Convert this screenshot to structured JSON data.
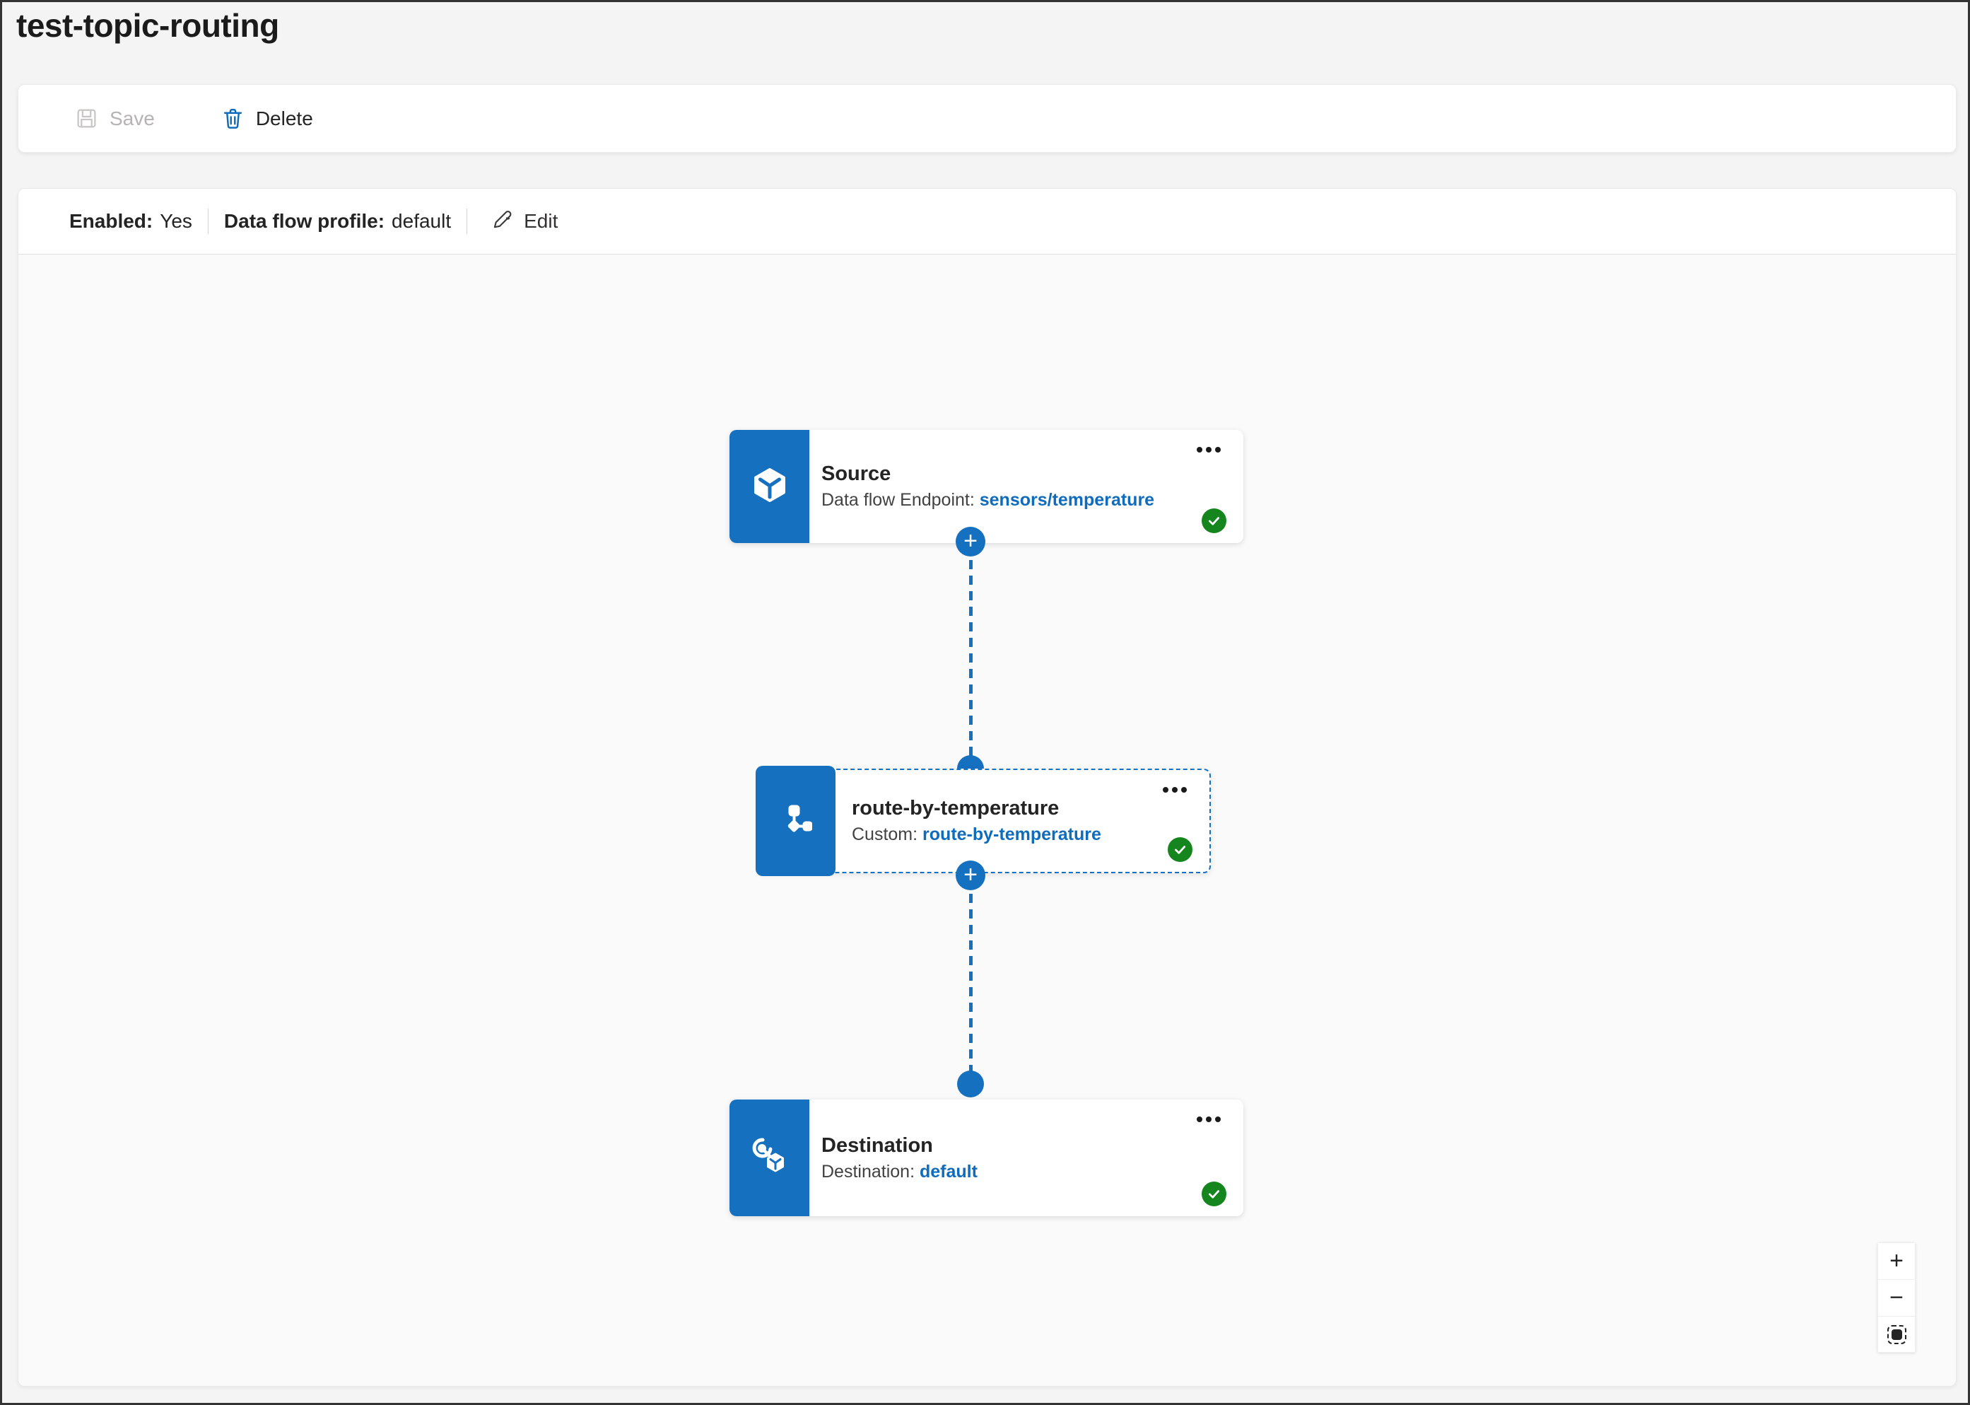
{
  "page": {
    "title": "test-topic-routing"
  },
  "toolbar": {
    "save_label": "Save",
    "delete_label": "Delete"
  },
  "status_bar": {
    "enabled_label": "Enabled:",
    "enabled_value": "Yes",
    "profile_label": "Data flow profile:",
    "profile_value": "default",
    "edit_label": "Edit"
  },
  "nodes": {
    "source": {
      "title": "Source",
      "field_label": "Data flow Endpoint:",
      "field_value": "sensors/temperature"
    },
    "transform": {
      "title": "route-by-temperature",
      "field_label": "Custom:",
      "field_value": "route-by-temperature"
    },
    "destination": {
      "title": "Destination",
      "field_label": "Destination:",
      "field_value": "default"
    }
  },
  "connectors": {
    "add_glyph": "+"
  },
  "zoom_controls": {
    "zoom_in_glyph": "+",
    "zoom_out_glyph": "−"
  },
  "colors": {
    "brand": "#1670c0",
    "link": "#0f6cbd",
    "success_green": "#15861d",
    "canvas_bg": "#fafafa",
    "page_bg": "#f4f4f4"
  }
}
